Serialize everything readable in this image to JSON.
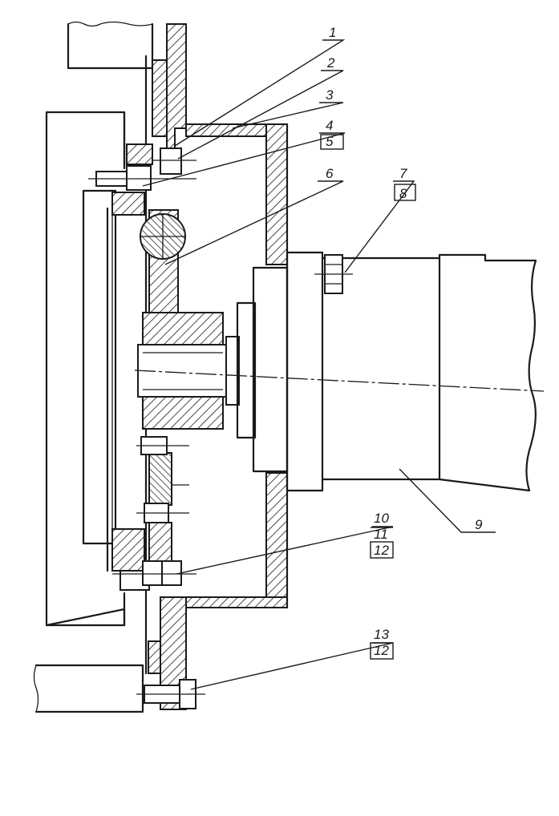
{
  "callouts": {
    "c1": "1",
    "c2": "2",
    "c3": "3",
    "c4": "4",
    "c5": "5",
    "c6": "6",
    "c7": "7",
    "c8": "8",
    "c9": "9",
    "c10": "10",
    "c11": "11",
    "c12a": "12",
    "c13": "13",
    "c12b": "12"
  }
}
